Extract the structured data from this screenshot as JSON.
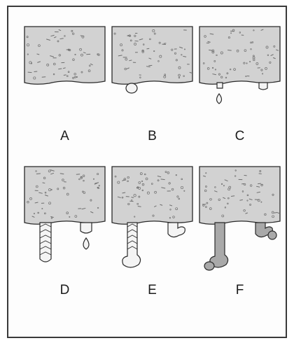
{
  "figure": {
    "panels": [
      {
        "label": "A",
        "stage": 0
      },
      {
        "label": "B",
        "stage": 1
      },
      {
        "label": "C",
        "stage": 2
      },
      {
        "label": "D",
        "stage": 3
      },
      {
        "label": "E",
        "stage": 4
      },
      {
        "label": "F",
        "stage": 5
      }
    ]
  },
  "colors": {
    "frame": "#3a3a3a",
    "block_fill": "#d2d2d2",
    "block_stroke": "#2a2a2a",
    "speckle": "#6e6e6e",
    "growth_light": "#f4f4f4",
    "growth_dark": "#a9a9a9"
  }
}
